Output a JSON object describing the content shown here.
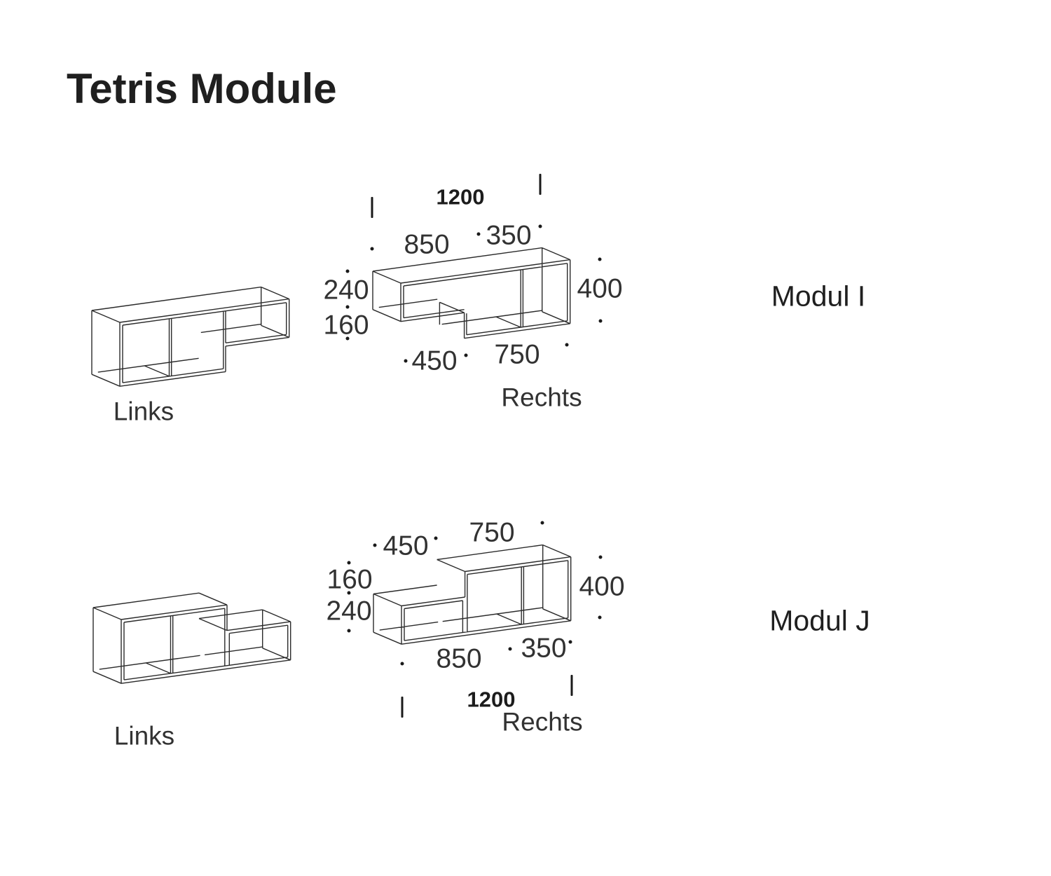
{
  "title": "Tetris Module",
  "ink_color": "#2b2b2b",
  "modules": [
    {
      "name": "Modul I",
      "links_label": "Links",
      "rechts_label": "Rechts",
      "dims": {
        "total": "1200",
        "top_left": "850",
        "top_right": "350",
        "left_upper": "240",
        "left_lower": "160",
        "right_side": "400",
        "bottom_left": "450",
        "bottom_right": "750"
      }
    },
    {
      "name": "Modul J",
      "links_label": "Links",
      "rechts_label": "Rechts",
      "dims": {
        "total": "1200",
        "top_left": "450",
        "top_right": "750",
        "left_upper": "160",
        "left_lower": "240",
        "right_side": "400",
        "bottom_left": "850",
        "bottom_right": "350"
      }
    }
  ]
}
